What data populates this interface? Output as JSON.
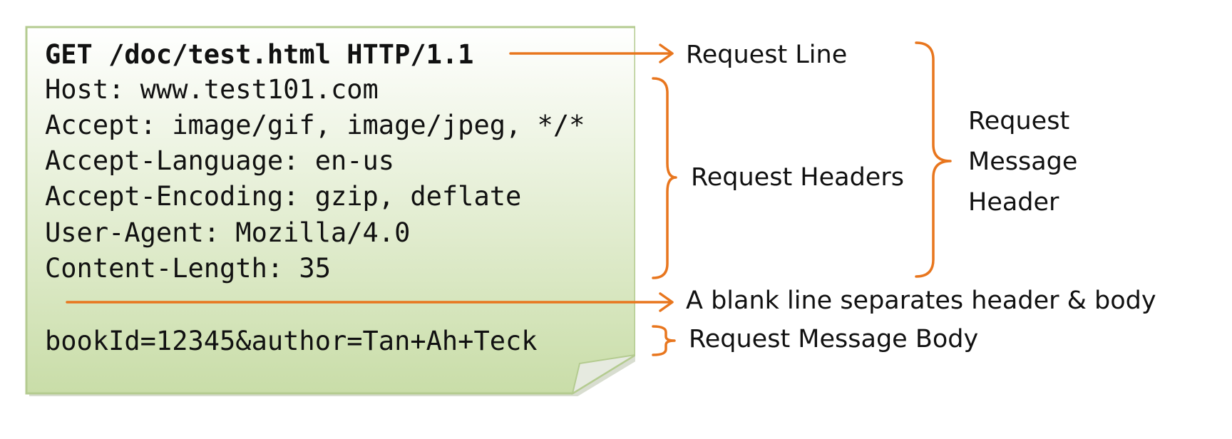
{
  "request": {
    "request_line": "GET /doc/test.html HTTP/1.1",
    "headers": [
      "Host: www.test101.com",
      "Accept: image/gif, image/jpeg, */*",
      "Accept-Language: en-us",
      "Accept-Encoding: gzip, deflate",
      "User-Agent: Mozilla/4.0",
      "Content-Length: 35"
    ],
    "body": "bookId=12345&author=Tan+Ah+Teck"
  },
  "labels": {
    "request_line": "Request Line",
    "request_headers": "Request Headers",
    "message_header": [
      "Request",
      "Message",
      "Header"
    ],
    "blank_line": "A blank line separates header & body",
    "message_body": "Request Message Body"
  },
  "colors": {
    "accent": "#E8761E",
    "note_top": "#FFFFFF",
    "note_bottom": "#C9DDA8",
    "note_border": "#B4CB90"
  }
}
